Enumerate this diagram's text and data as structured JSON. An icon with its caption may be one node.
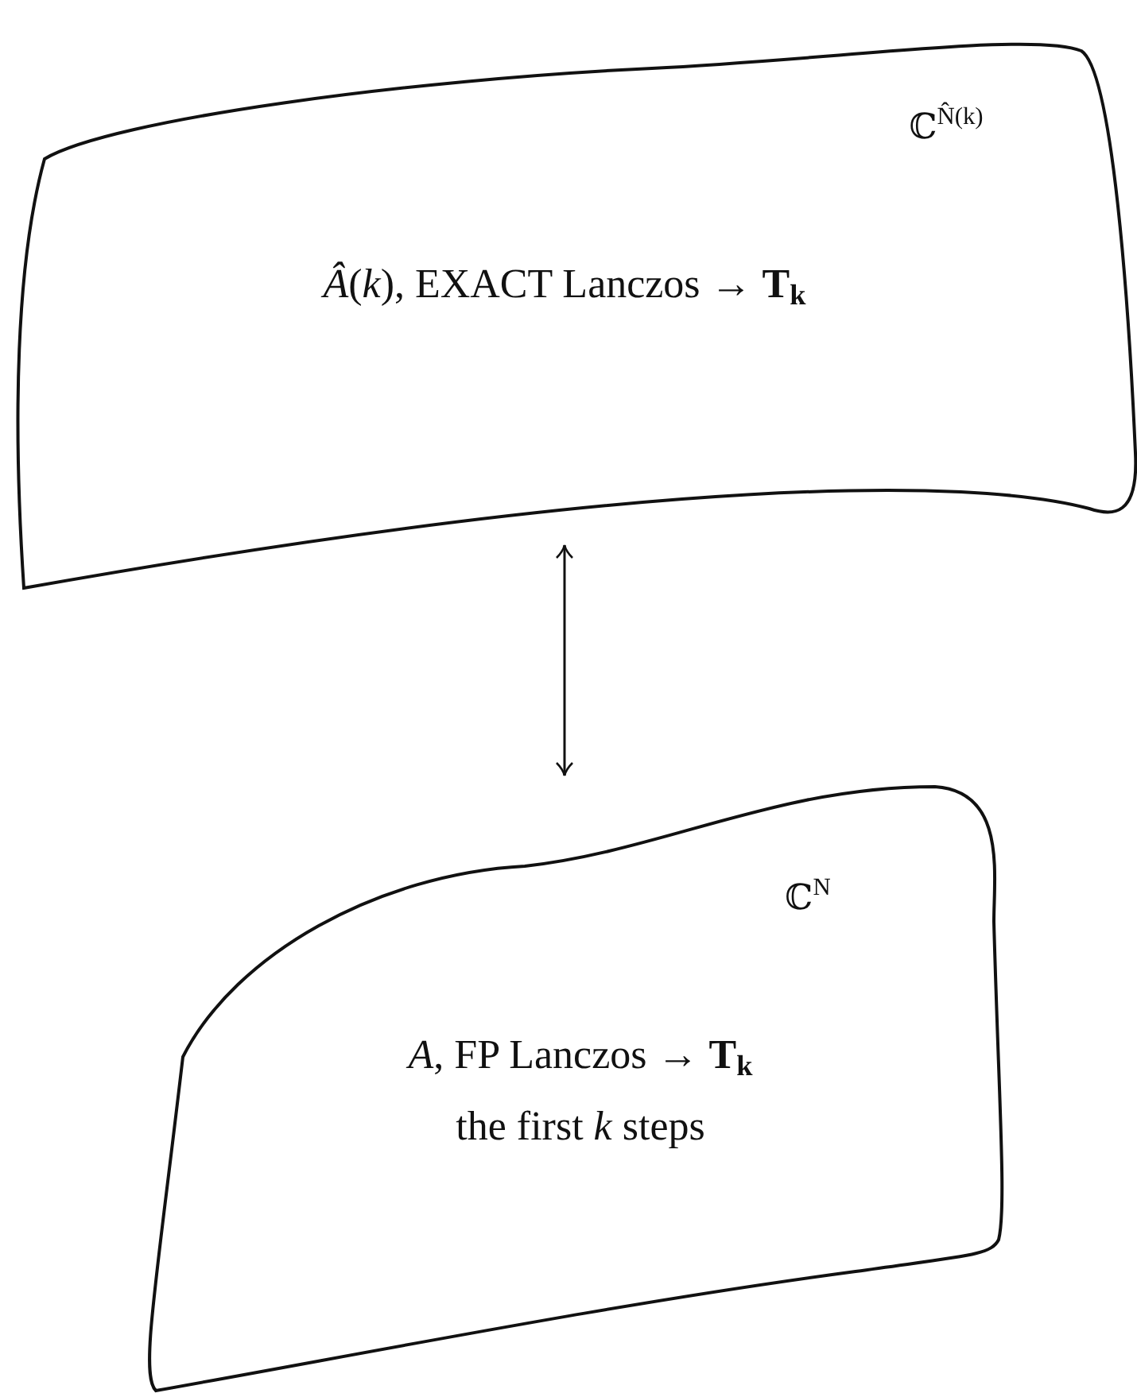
{
  "diagram": {
    "nodes": [
      {
        "text": [
          "ℂ$^{N̂(k)}$",
          "*Â*(*k*), EXACT Lanczos → **T$_{k}$**"
        ]
      },
      {
        "text": [
          "ℂ$^{N}$",
          "*A*, FP Lanczos → **T$_{k}$**",
          "the first *k* steps"
        ]
      }
    ],
    "edges": [
      {
        "from": 0,
        "to": 1,
        "arrow": "both"
      }
    ]
  }
}
